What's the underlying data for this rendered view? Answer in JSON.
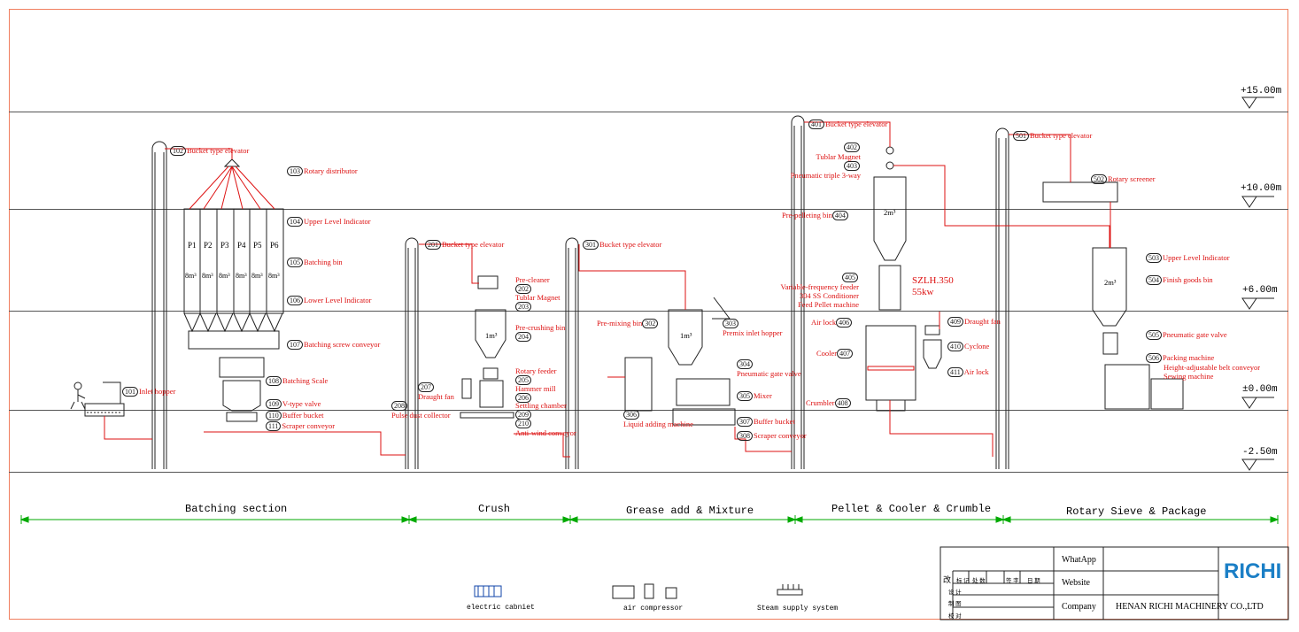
{
  "levels": [
    {
      "label": "+15.00m"
    },
    {
      "label": "+10.00m"
    },
    {
      "label": "+6.00m"
    },
    {
      "label": "±0.00m"
    },
    {
      "label": "-2.50m"
    }
  ],
  "bins_batching": [
    {
      "id": "P1",
      "vol": "8m³"
    },
    {
      "id": "P2",
      "vol": "8m³"
    },
    {
      "id": "P3",
      "vol": "8m³"
    },
    {
      "id": "P4",
      "vol": "8m³"
    },
    {
      "id": "P5",
      "vol": "8m³"
    },
    {
      "id": "P6",
      "vol": "8m³"
    }
  ],
  "callouts": [
    {
      "num": "101",
      "text": "Inlet hopper"
    },
    {
      "num": "102",
      "text": "Bucket type elevator"
    },
    {
      "num": "103",
      "text": "Rotary distributor"
    },
    {
      "num": "104",
      "text": "Upper Level Indicator"
    },
    {
      "num": "105",
      "text": "Batching bin"
    },
    {
      "num": "106",
      "text": "Lower Level Indicator"
    },
    {
      "num": "107",
      "text": "Batching screw conveyor"
    },
    {
      "num": "108",
      "text": "Batching Scale"
    },
    {
      "num": "109",
      "text": "V-type valve"
    },
    {
      "num": "110",
      "text": "Buffer bucket"
    },
    {
      "num": "111",
      "text": "Scraper conveyor"
    },
    {
      "num": "201",
      "text": "Bucket type elevator"
    },
    {
      "num": "202",
      "text": "Pre-cleaner"
    },
    {
      "num": "203",
      "text": "Tublar Magnet"
    },
    {
      "num": "204",
      "text": "Pre-crushing bin"
    },
    {
      "num": "205",
      "text": "Rotary feeder"
    },
    {
      "num": "206",
      "text": "Hammer mill"
    },
    {
      "num": "207",
      "text": "Draught fan"
    },
    {
      "num": "208",
      "text": "Pulse dust collector"
    },
    {
      "num": "209",
      "text": "Settling chamber"
    },
    {
      "num": "210",
      "text": "Anti-wind conveyor"
    },
    {
      "num": "301",
      "text": "Bucket type elevator"
    },
    {
      "num": "302",
      "text": "Pre-mixing bin"
    },
    {
      "num": "303",
      "text": "Premix inlet hopper"
    },
    {
      "num": "304",
      "text": "Pneumatic gate valve"
    },
    {
      "num": "305",
      "text": "Mixer"
    },
    {
      "num": "306",
      "text": "Liquid adding machine"
    },
    {
      "num": "307",
      "text": "Buffer bucket"
    },
    {
      "num": "308",
      "text": "Scraper conveyor"
    },
    {
      "num": "401",
      "text": "Bucket type elevator"
    },
    {
      "num": "402",
      "text": "Tublar Magnet"
    },
    {
      "num": "403",
      "text": "Pneumatic triple 3-way"
    },
    {
      "num": "404",
      "text": "Pre-pelleting bin"
    },
    {
      "num": "405",
      "text": "Variable-frequency feeder"
    },
    {
      "num": "405b",
      "text": "304 SS Conditioner"
    },
    {
      "num": "405c",
      "text": "Feed Pellet machine"
    },
    {
      "num": "406",
      "text": "Air lock"
    },
    {
      "num": "407",
      "text": "Cooler"
    },
    {
      "num": "408",
      "text": "Crumbler"
    },
    {
      "num": "409",
      "text": "Draught fan"
    },
    {
      "num": "410",
      "text": "Cyclone"
    },
    {
      "num": "411",
      "text": "Air lock"
    },
    {
      "num": "501",
      "text": "Bucket type elevator"
    },
    {
      "num": "502",
      "text": "Rotary screener"
    },
    {
      "num": "503",
      "text": "Upper Level Indicator"
    },
    {
      "num": "504",
      "text": "Finish goods bin"
    },
    {
      "num": "505",
      "text": "Pneumatic gate valve"
    },
    {
      "num": "506",
      "text": "Packing machine"
    },
    {
      "num": "506b",
      "text": "Height-adjustable belt conveyor"
    },
    {
      "num": "506c",
      "text": "Sewing machine"
    }
  ],
  "bin_volumes": {
    "crush": "1m³",
    "mix": "1m³",
    "pellet": "2m³",
    "finish": "2m³"
  },
  "pellet_spec": {
    "model": "SZLH.350",
    "power": "55kw"
  },
  "sections": [
    {
      "label": "Batching section"
    },
    {
      "label": "Crush"
    },
    {
      "label": "Grease add & Mixture"
    },
    {
      "label": "Pellet & Cooler & Crumble"
    },
    {
      "label": "Rotary Sieve & Package"
    }
  ],
  "auxiliary": [
    {
      "label": "electric cabniet"
    },
    {
      "label": "air compressor"
    },
    {
      "label": "Steam supply system"
    }
  ],
  "title_block": {
    "rev_char": "改",
    "header_cols": [
      "标 记",
      "处 数",
      "签 字",
      "日 期"
    ],
    "rows": [
      "设 计",
      "制 图",
      "校 对"
    ],
    "whatsapp_label": "WhatApp",
    "website_label": "Website",
    "company_label": "Company",
    "company_value": "HENAN RICHI MACHINERY CO.,LTD",
    "logo_text": "RICHI"
  },
  "colors": {
    "line": "#d11",
    "frame": "#f07f5f",
    "dim": "#0a0",
    "equip": "#222",
    "logo": "#1b7fc6",
    "logo_accent": "#2a9a3a"
  }
}
